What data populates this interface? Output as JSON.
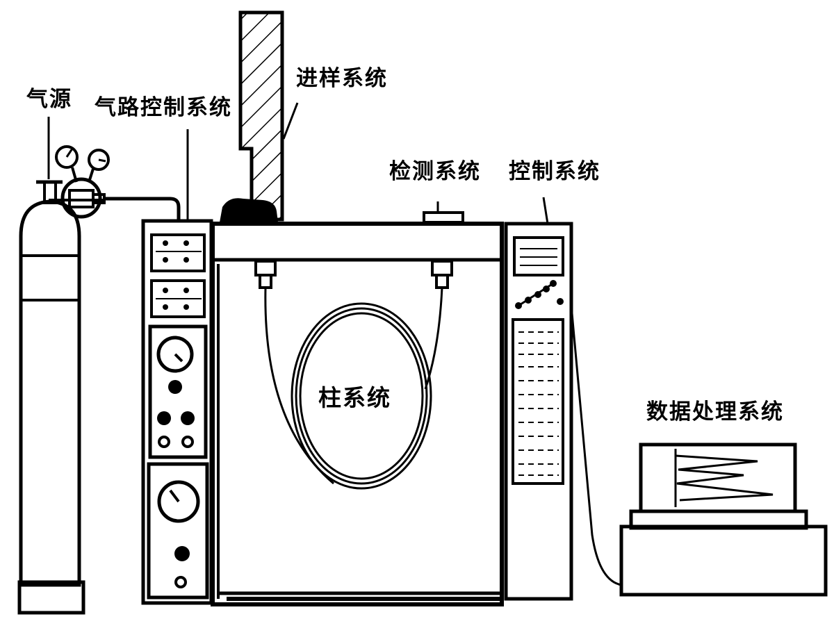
{
  "labels": {
    "gas_source": "气源",
    "gas_control": "气路控制系统",
    "injection": "进样系统",
    "detection": "检测系统",
    "control": "控制系统",
    "column": "柱系统",
    "data_processing": "数据处理系统"
  },
  "colors": {
    "ink": "#000000",
    "paper": "#ffffff"
  }
}
